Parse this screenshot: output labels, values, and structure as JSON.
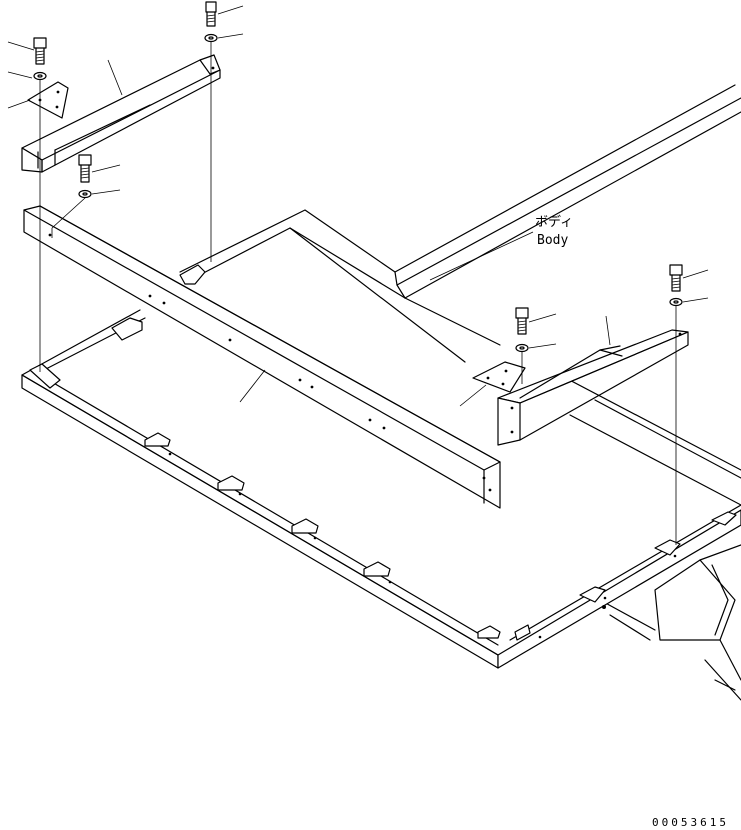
{
  "labels": {
    "body_jp": "ボディ",
    "body_en": "Body"
  },
  "drawing_number": "00053615",
  "callouts": [
    {
      "part": "bolt"
    },
    {
      "part": "washer"
    },
    {
      "part": "bracket"
    },
    {
      "part": "rail"
    },
    {
      "part": "rail"
    },
    {
      "part": "bracket"
    }
  ]
}
